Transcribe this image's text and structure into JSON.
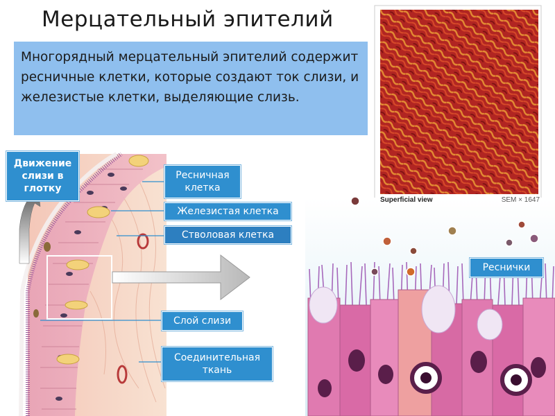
{
  "title": "Мерцательный эпителий",
  "intro_text": "Многорядный мерцательный эпителий содержит ресничные клетки, которые создают ток слизи, и железистые клетки, выделяющие слизь.",
  "labels": {
    "mucus_movement": "Движение слизи в глотку",
    "ciliated_cell": "Ресничная клетка",
    "goblet_cell": "Железистая клетка",
    "stem_cell": "Стволовая клетка",
    "mucus_layer": "Слой слизи",
    "connective_tissue": "Соединительная ткань",
    "cilia": "Реснички"
  },
  "photo": {
    "caption_left": "Superficial view",
    "caption_right": "SEM × 1647"
  },
  "colors": {
    "label_bg": "#2f8fcf",
    "intro_bg": "#8fbfee",
    "tissue_pink": "#f2b8b0",
    "cilia_purple": "#9a4fb0",
    "sem_red": "#c8322a"
  }
}
